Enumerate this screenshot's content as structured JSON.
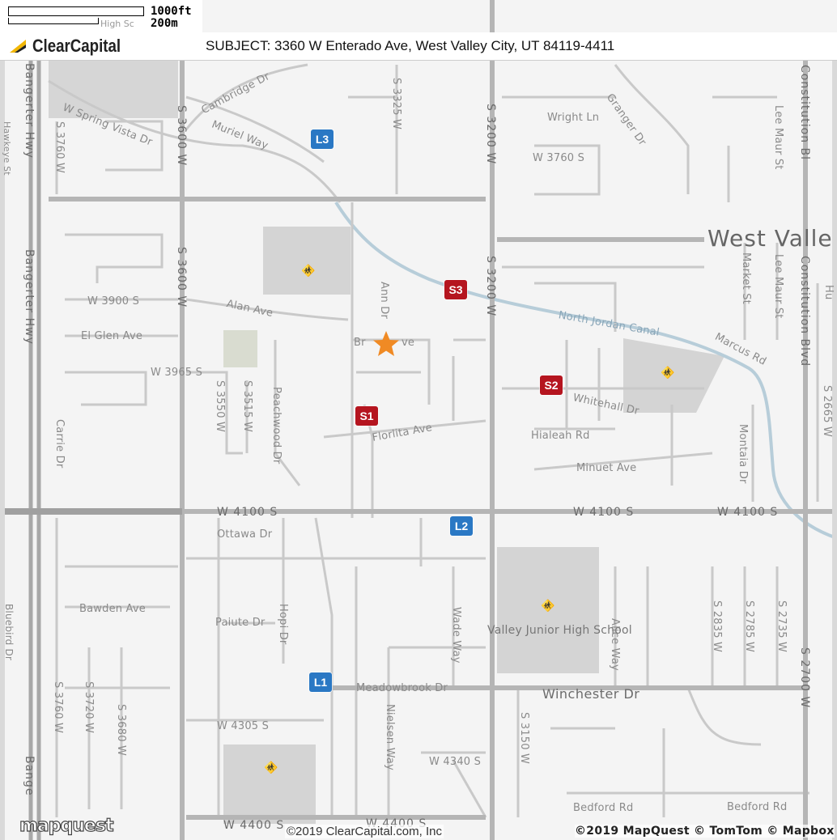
{
  "scale": {
    "feet_label": "1000ft",
    "meters_label": "200m",
    "faded_label": "High Sc"
  },
  "header": {
    "brand": "ClearCapital",
    "subject": "SUBJECT: 3360 W Enterado Ave, West Valley City, UT 84119-4411"
  },
  "footer": {
    "provider_logo": "mapquest",
    "copyright_left": "©2019 ClearCapital.com, Inc",
    "copyright_right": "©2019 MapQuest © TomTom © Mapbox"
  },
  "colors": {
    "sale_marker": "#b5151f",
    "listing_marker": "#2a78c4",
    "subject_star": "#f08a24",
    "canal": "#b7cdd9",
    "park": "#d9dcd0",
    "school_area": "#d4d4d4"
  },
  "markers": {
    "sales": [
      {
        "id": "S1"
      },
      {
        "id": "S2"
      },
      {
        "id": "S3"
      }
    ],
    "listings": [
      {
        "id": "L1"
      },
      {
        "id": "L2"
      },
      {
        "id": "L3"
      }
    ]
  },
  "labels": {
    "bangerter_hwy": "Bangerter Hwy",
    "hawkeye_st": "Hawkeye St",
    "spring_vista": "W Spring Vista Dr",
    "cambridge": "Cambridge Dr",
    "muriel": "Muriel Way",
    "s3325w": "S 3325 W",
    "s3760w_top": "S 3760 W",
    "s3600w_top": "S 3600 W",
    "s3600w_mid": "S 3600 W",
    "s3200w_top": "S 3200 W",
    "s3200w_mid": "S 3200 W",
    "wright": "Wright Ln",
    "granger": "Granger Dr",
    "w3760s": "W 3760 S",
    "lee_maur_top": "Lee Maur St",
    "constitution_top": "Constitution Bl",
    "west_valley": "West Valle",
    "w3900s": "W 3900 S",
    "alan": "Alan Ave",
    "ann": "Ann Dr",
    "br_ave_a": "Br",
    "br_ave_b": "ve",
    "elglen": "El Glen Ave",
    "w3965s": "W 3965 S",
    "s3550w": "S 3550 W",
    "s3515w": "S 3515 W",
    "peachwood": "Peachwood Dr",
    "florlita": "Florlita Ave",
    "carrie": "Carrie Dr",
    "canal": "North Jordan Canal",
    "marcus": "Marcus Rd",
    "market": "Market St",
    "lee_maur_mid": "Lee Maur St",
    "constitution_mid": "Constitution Blvd",
    "whitehall": "Whitehall Dr",
    "hialeah": "Hialeah Rd",
    "minuet": "Minuet Ave",
    "montaia": "Montaia Dr",
    "s2665w": "S 2665 W",
    "hu": "Hu",
    "w4100s_a": "W 4100 S",
    "w4100s_b": "W 4100 S",
    "w4100s_c": "W 4100 S",
    "ottawa": "Ottawa Dr",
    "bawden": "Bawden Ave",
    "paiute": "Paiute Dr",
    "hopi": "Hopi Dr",
    "wade": "Wade Way",
    "valley_jh": "Valley Junior High School",
    "alice": "Alice Way",
    "s2835w": "S 2835 W",
    "s2785w": "S 2785 W",
    "s2735w": "S 2735 W",
    "s2700w": "S 2700 W",
    "bluebird": "Bluebird Dr",
    "meadowbrook": "Meadowbrook Dr",
    "winchester": "Winchester Dr",
    "s3760w_bot": "S 3760 W",
    "s3720w": "S 3720 W",
    "s3680w": "S 3680 W",
    "w4305s": "W 4305 S",
    "nielsen": "Nielsen Way",
    "w4340s": "W 4340 S",
    "s3150w": "S 3150 W",
    "bange": "Bange",
    "w4400s_a": "W 4400 S",
    "w4400s_b": "W 4400 S",
    "bedford_a": "Bedford Rd",
    "bedford_b": "Bedford Rd"
  }
}
